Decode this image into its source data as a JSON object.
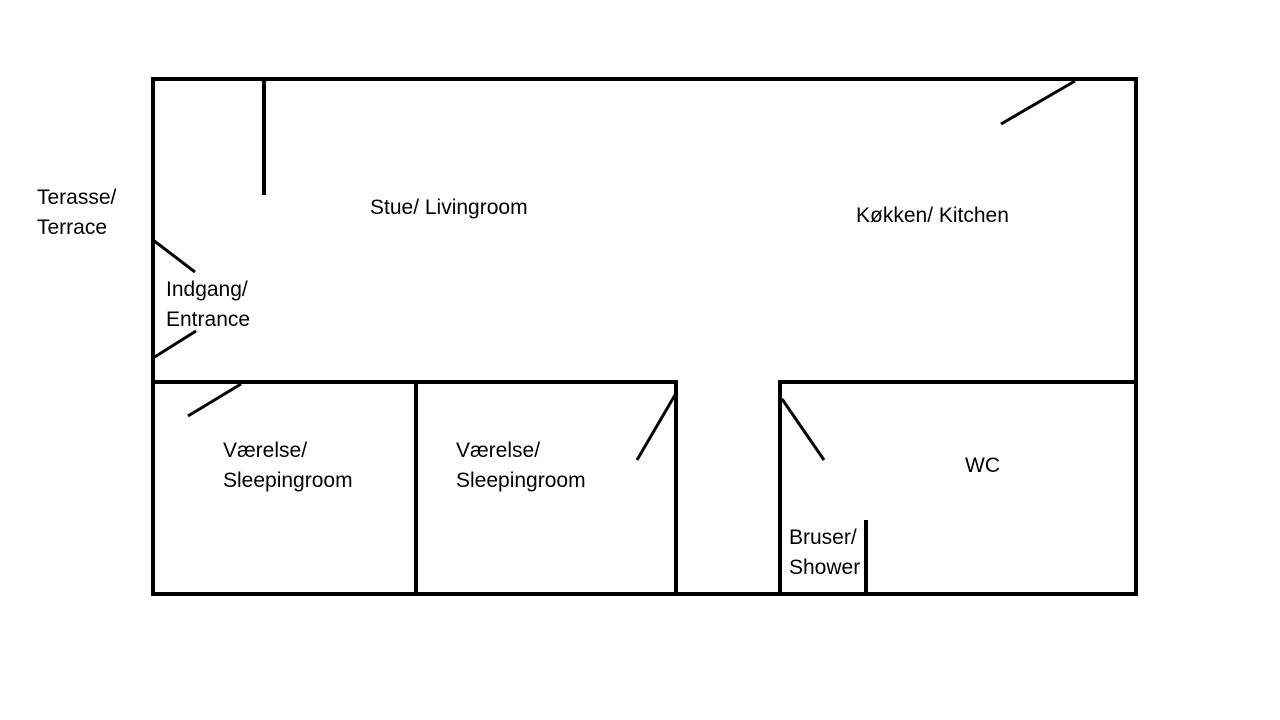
{
  "colors": {
    "background": "#ffffff",
    "ink": "#000000"
  },
  "rooms": {
    "terrace": {
      "line1": "Terasse/",
      "line2": "Terrace"
    },
    "livingroom": {
      "line1": "Stue/ Livingroom"
    },
    "kitchen": {
      "line1": "Køkken/ Kitchen"
    },
    "entrance": {
      "line1": "Indgang/",
      "line2": "Entrance"
    },
    "bedroom_1": {
      "line1": "Værelse/",
      "line2": "Sleepingroom"
    },
    "bedroom_2": {
      "line1": "Værelse/",
      "line2": "Sleepingroom"
    },
    "wc": {
      "line1": "WC"
    },
    "shower": {
      "line1": "Bruser/",
      "line2": "Shower"
    }
  }
}
